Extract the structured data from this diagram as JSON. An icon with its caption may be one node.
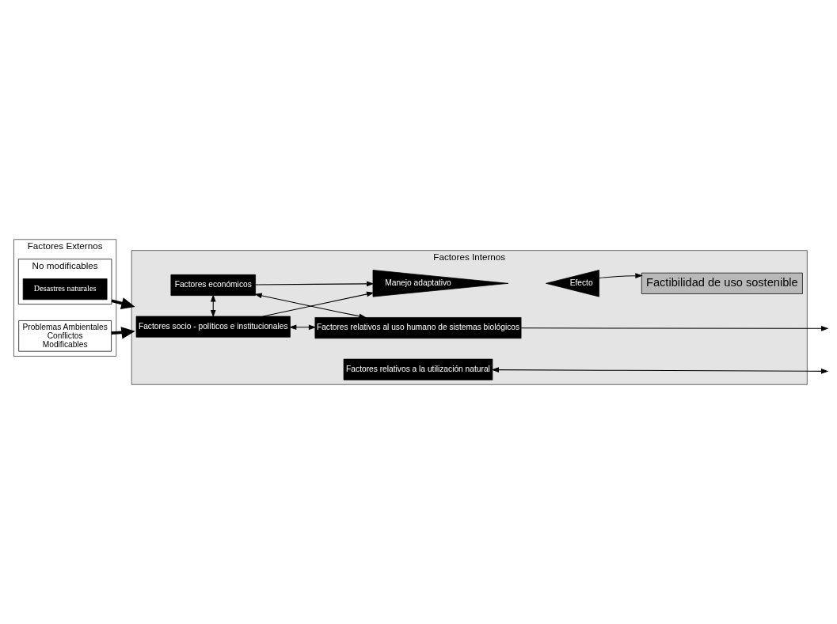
{
  "diagram": {
    "nodes": [
      {
        "text": [
          "Factores Internos"
        ]
      },
      {
        "text": [
          "Factores socio - políticos e institucionales"
        ],
        "in": 0
      },
      {
        "text": [
          "Factores relativos al uso humano de sistemas biológicos"
        ],
        "in": 0
      },
      {
        "text": [
          "Factores económicos"
        ],
        "in": 0
      },
      {
        "text": [
          "Manejo adaptativo"
        ],
        "in": 0
      },
      {
        "text": [
          "Efecto"
        ],
        "in": 0
      },
      {
        "text": [
          "Factibilidad de uso sostenible"
        ],
        "in": 0
      },
      {
        "text": [
          "Factores relativos a la utilización natural"
        ],
        "in": 0
      },
      {
        "text": [
          "Factores Externos"
        ]
      },
      {
        "text": [
          "No modificables"
        ],
        "in": 8
      },
      {
        "text": [
          "Desastres naturales"
        ],
        "in": 9
      },
      {
        "text": [
          "Problemas Ambientales",
          "Conflictos",
          "Modificables"
        ],
        "in": 8
      }
    ],
    "edges": [
      {
        "from": 1,
        "to": 2,
        "arrow": "both"
      },
      {
        "from": 1,
        "to": 3,
        "arrow": "both"
      },
      {
        "from": 1,
        "to": 4,
        "arrow": "to"
      },
      {
        "from": 3,
        "to": 2,
        "arrow": "both"
      },
      {
        "from": 3,
        "to": 4,
        "arrow": "to"
      },
      {
        "from": 2,
        "to": null,
        "arrow": "to"
      },
      {
        "from": 7,
        "to": null,
        "arrow": "both"
      },
      {
        "from": 5,
        "to": 6,
        "arrow": "to"
      },
      {
        "from": 9,
        "to": 0,
        "arrow": "to",
        "style": "thick"
      },
      {
        "from": 11,
        "to": 0,
        "arrow": "to",
        "style": "thick"
      }
    ]
  }
}
